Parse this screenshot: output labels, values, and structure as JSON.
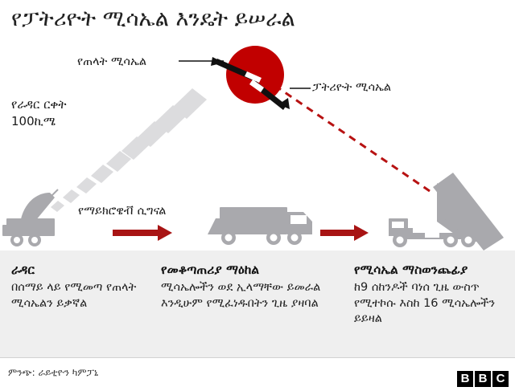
{
  "title": "የፓትሪዮት ሚሳኤል እንዴት ይሠራል",
  "scene": {
    "labels": {
      "enemy_missile": "የጠላት ሚሳኤል",
      "patriot_missile": "ፓትሪዮት ሚሳኤል",
      "radar_range": "የራዳር ርቀት\n100ኪሜ",
      "microwave_signal": "የማይክሮዌቭ ሲግናል"
    },
    "icons": {
      "radar_truck": "radar-truck-icon",
      "control_truck": "box-truck-icon",
      "launcher_truck": "missile-launcher-truck-icon",
      "intercept_blast": "explosion-burst-icon",
      "enemy_missile": "missile-icon",
      "patriot_missile": "missile-icon",
      "arrow_1": "right-arrow-icon",
      "arrow_2": "right-arrow-icon",
      "radar_beam": "radar-beam-icon",
      "missile_trajectory": "dashed-trajectory-line"
    }
  },
  "colors": {
    "blast_red": "#C10000",
    "arrow_red": "#A81414",
    "trajectory_red": "#B71212",
    "vehicle_gray": "#A9A9AD",
    "beam_gray": "#DCDCDE",
    "panel_gray": "#EFEFEF",
    "text_dark": "#1B1B1B"
  },
  "columns": [
    {
      "heading": "ራዳር",
      "body": "በሰማይ ላይ የሚመጣ የጠላት ሚሳኤልን ይቃኛል"
    },
    {
      "heading": "የመቆጣጠሪያ ማዕከል",
      "body": "ሚሳኤሎችን ወደ ኢላማቸው ይመራል እንዲሁም የሚፈነዱበትን ጊዜ ያዛባል"
    },
    {
      "heading": "የሚሳኤል ማስወንጨፊያ",
      "body": "ከ9 ሰከንዶች ባነሰ ጊዜ ውስጥ የሚተኮሱ እስከ 16 ሚሳኤሎችን ይይዛል"
    }
  ],
  "footer": {
    "source": "ምንጭ: ራይቲዮን ካምፓኒ",
    "logo": [
      "B",
      "B",
      "C"
    ]
  }
}
